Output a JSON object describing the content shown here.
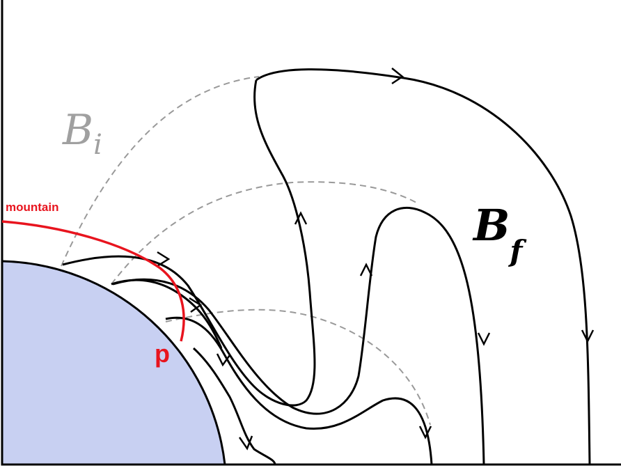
{
  "labels": {
    "b_i_main": "B",
    "b_i_sub": "i",
    "b_f_main": "B",
    "b_f_sub": "f",
    "mountain": "mountain",
    "p": "p"
  },
  "colors": {
    "star": "#c8d0f2",
    "field_line": "#000000",
    "initial_field": "#999999",
    "mountain": "#e8141e",
    "bi_label": "#a0a0a0",
    "bf_label": "#000000",
    "axis": "#000000"
  }
}
